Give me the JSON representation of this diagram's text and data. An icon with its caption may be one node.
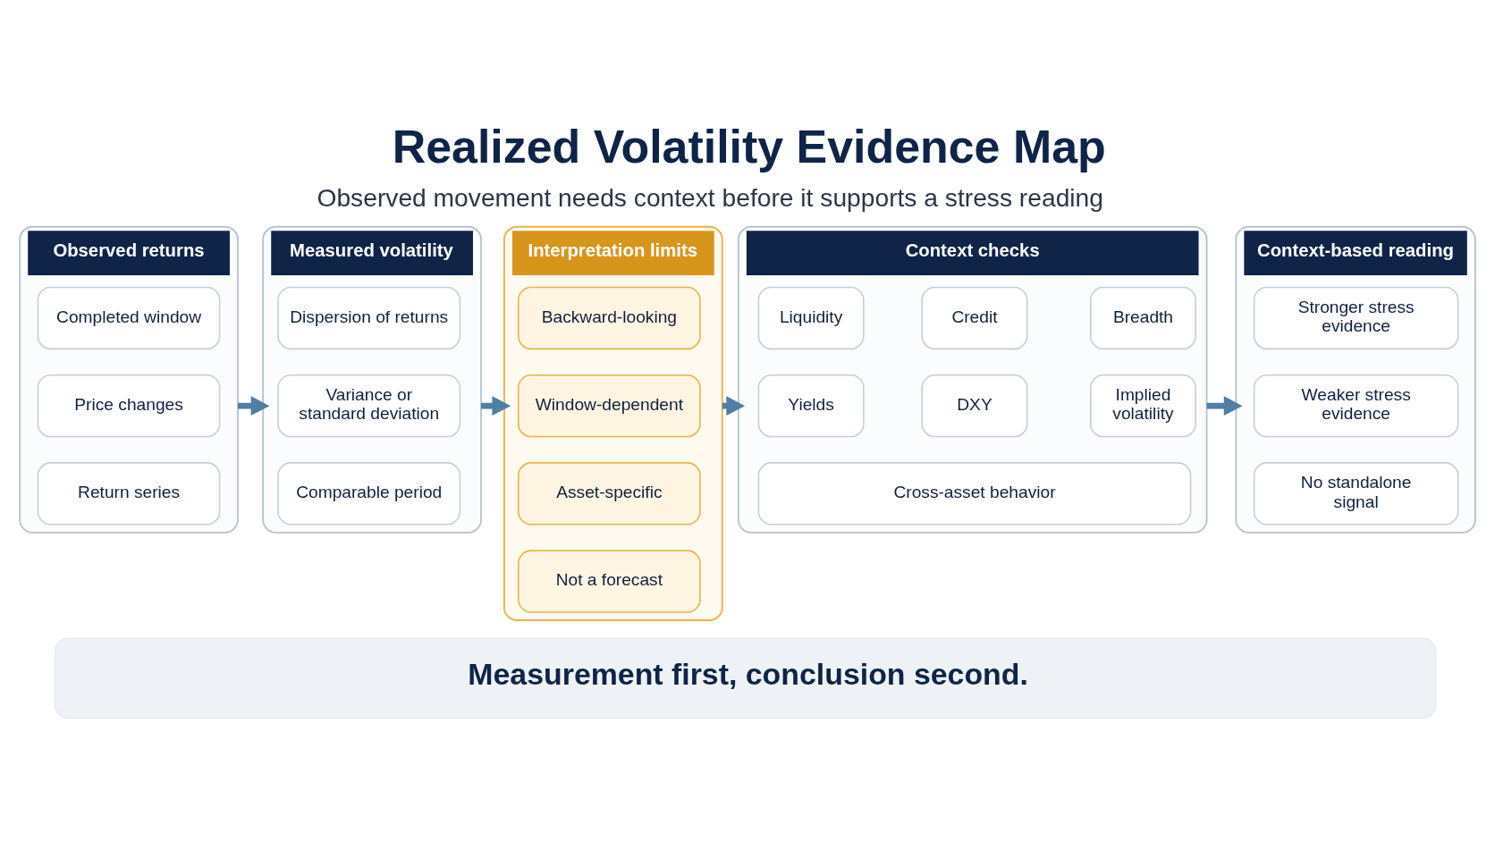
{
  "diagram": {
    "title": "Realized Volatility Evidence Map",
    "nodes": [
      {
        "text": [
          "Observed returns"
        ]
      },
      {
        "text": [
          "Completed window"
        ],
        "in": 0
      },
      {
        "text": [
          "Price changes"
        ],
        "in": 0
      },
      {
        "text": [
          "Return series"
        ],
        "in": 0
      },
      {
        "text": [
          "Measured volatility"
        ]
      },
      {
        "text": [
          "Dispersion of returns"
        ],
        "in": 4
      },
      {
        "text": [
          "Variance or standard deviation"
        ],
        "in": 4
      },
      {
        "text": [
          "Comparable period"
        ],
        "in": 4
      },
      {
        "text": [
          "Interpretation limits"
        ]
      },
      {
        "text": [
          "Backward-looking"
        ],
        "in": 8
      },
      {
        "text": [
          "Window-dependent"
        ],
        "in": 8
      },
      {
        "text": [
          "Asset-specific"
        ],
        "in": 8
      },
      {
        "text": [
          "Not a forecast"
        ],
        "in": 8
      },
      {
        "text": [
          "Context checks"
        ]
      },
      {
        "text": [
          "Liquidity"
        ],
        "in": 13
      },
      {
        "text": [
          "Credit"
        ],
        "in": 13
      },
      {
        "text": [
          "Breadth"
        ],
        "in": 13
      },
      {
        "text": [
          "Yields"
        ],
        "in": 13
      },
      {
        "text": [
          "DXY"
        ],
        "in": 13
      },
      {
        "text": [
          "Implied volatility"
        ],
        "in": 13
      },
      {
        "text": [
          "Cross-asset behavior"
        ],
        "in": 13
      },
      {
        "text": [
          "Context-based reading"
        ]
      },
      {
        "text": [
          "Stronger stress evidence"
        ],
        "in": 21
      },
      {
        "text": [
          "Weaker stress evidence"
        ],
        "in": 21
      },
      {
        "text": [
          "No standalone signal"
        ],
        "in": 21
      },
      {
        "text": [
          "Measurement first, conclusion second."
        ]
      }
    ],
    "edges": [
      {
        "from": 0,
        "to": 4,
        "arrow": "to"
      },
      {
        "from": 4,
        "to": 8,
        "arrow": "to"
      },
      {
        "from": 8,
        "to": 13,
        "arrow": "to"
      },
      {
        "from": 13,
        "to": 21,
        "arrow": "to"
      }
    ],
    "labels": [
      "Observed movement needs context before it supports a stress reading"
    ]
  }
}
